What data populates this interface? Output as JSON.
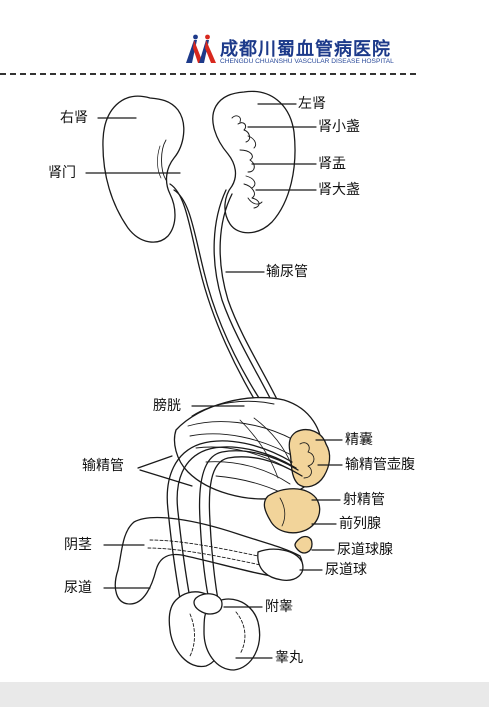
{
  "header": {
    "logo_icon": "double-person-logo-icon",
    "brand_name": "成都川蜀血管病医院",
    "brand_name_en": "CHENGDU CHUANSHU VASCULAR DISEASE HOSPITAL",
    "brand_color": "#1d3a8a",
    "accent_color": "#d8281e"
  },
  "diagram": {
    "labels": {
      "right_kidney": "右肾",
      "left_kidney": "左肾",
      "minor_calyx": "肾小盏",
      "renal_hilum": "肾门",
      "renal_pelvis": "肾盂",
      "major_calyx": "肾大盏",
      "ureter": "输尿管",
      "bladder": "膀胱",
      "seminal_vesicle": "精囊",
      "vas_ampulla": "输精管壶腹",
      "vas_deferens": "输精管",
      "ejaculatory_duct": "射精管",
      "prostate": "前列腺",
      "penis": "阴茎",
      "bulbourethral_gland": "尿道球腺",
      "urethral_bulb": "尿道球",
      "urethra": "尿道",
      "epididymis": "附睾",
      "testis": "睾丸"
    },
    "gland_color": "#f2d49a"
  }
}
